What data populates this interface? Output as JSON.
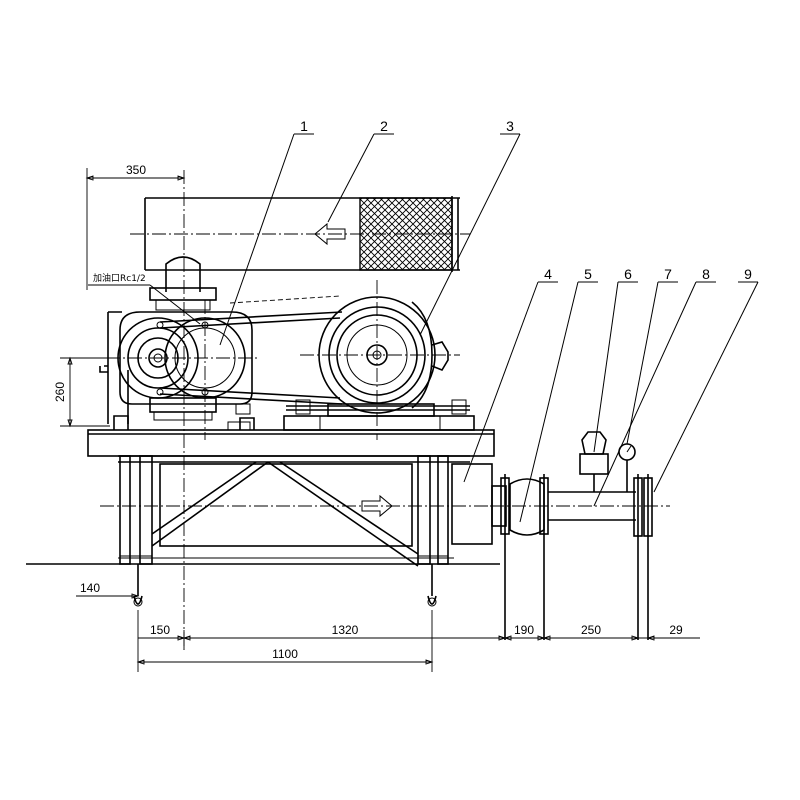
{
  "callouts": [
    "1",
    "2",
    "3",
    "4",
    "5",
    "6",
    "7",
    "8",
    "9"
  ],
  "dimensions": {
    "top_350": "350",
    "left_260": "260",
    "left_140": "140",
    "b_150": "150",
    "b_1320": "1320",
    "b_190": "190",
    "b_250": "250",
    "b_29": "29",
    "b_1100": "1100"
  },
  "note": "加油口Rc1/2"
}
